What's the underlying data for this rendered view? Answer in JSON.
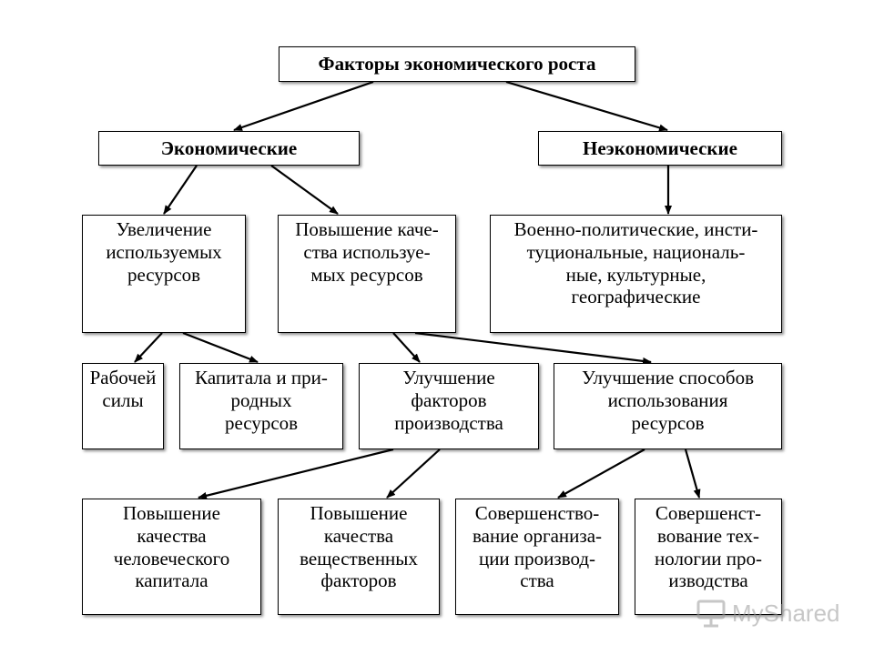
{
  "diagram": {
    "root": "Факторы экономического роста",
    "economic": "Экономические",
    "non_economic": "Неэкономические",
    "increase_resources": "Увеличение\nиспользуемых\nресурсов",
    "quality_resources": "Повышение каче-\nства используе-\nмых ресурсов",
    "non_economic_detail": "Военно-политические, инсти-\nтуциональные, националь-\nные, культурные,\nгеографические",
    "labor": "Рабочей\nсилы",
    "capital": "Капитала и при-\nродных\nресурсов",
    "improve_factors": "Улучшение\nфакторов\nпроизводства",
    "improve_methods": "Улучшение способов\nиспользования\nресурсов",
    "human_capital": "Повышение\nкачества\nчеловеческого\nкапитала",
    "material_factors": "Повышение\nкачества\nвещественных\nфакторов",
    "organization": "Совершенство-\nвание организа-\nции производ-\nства",
    "technology": "Совершенст-\nвование тех-\nнологии про-\nизводства"
  },
  "watermark": {
    "text": "MyShared",
    "icon": "presentation-board-icon"
  }
}
